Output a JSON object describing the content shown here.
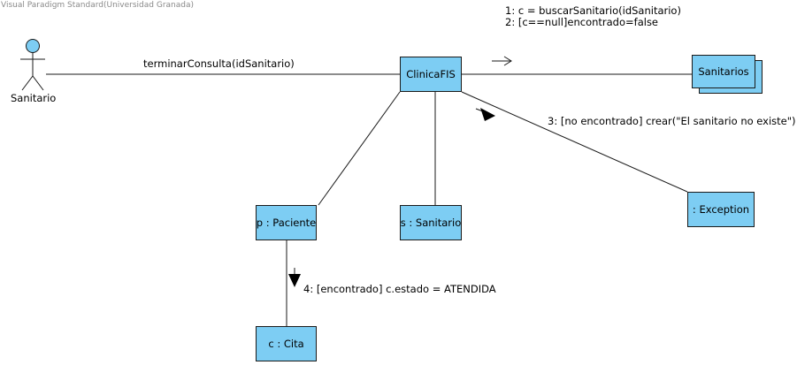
{
  "watermark": "Visual Paradigm Standard(Universidad Granada)",
  "colors": {
    "object_fill": "#7dcdf3",
    "stroke": "#1a1a1a",
    "actor_head": "#7dcdf3"
  },
  "actor": {
    "name": "Sanitario",
    "icon": "stick-figure-actor-icon"
  },
  "objects": {
    "clinica": "ClinicaFIS",
    "sanitarios": "Sanitarios",
    "exception": ": Exception",
    "paciente": "p : Paciente",
    "sanitario": "s : Sanitario",
    "cita": "c : Cita"
  },
  "messages": {
    "terminar": "terminarConsulta(idSanitario)",
    "m1": "1: c = buscarSanitario(idSanitario)",
    "m2": "2: [c==null]encontrado=false",
    "m3": "3: [no encontrado] crear(\"El sanitario no existe\")",
    "m4": "4: [encontrado] c.estado = ATENDIDA"
  }
}
